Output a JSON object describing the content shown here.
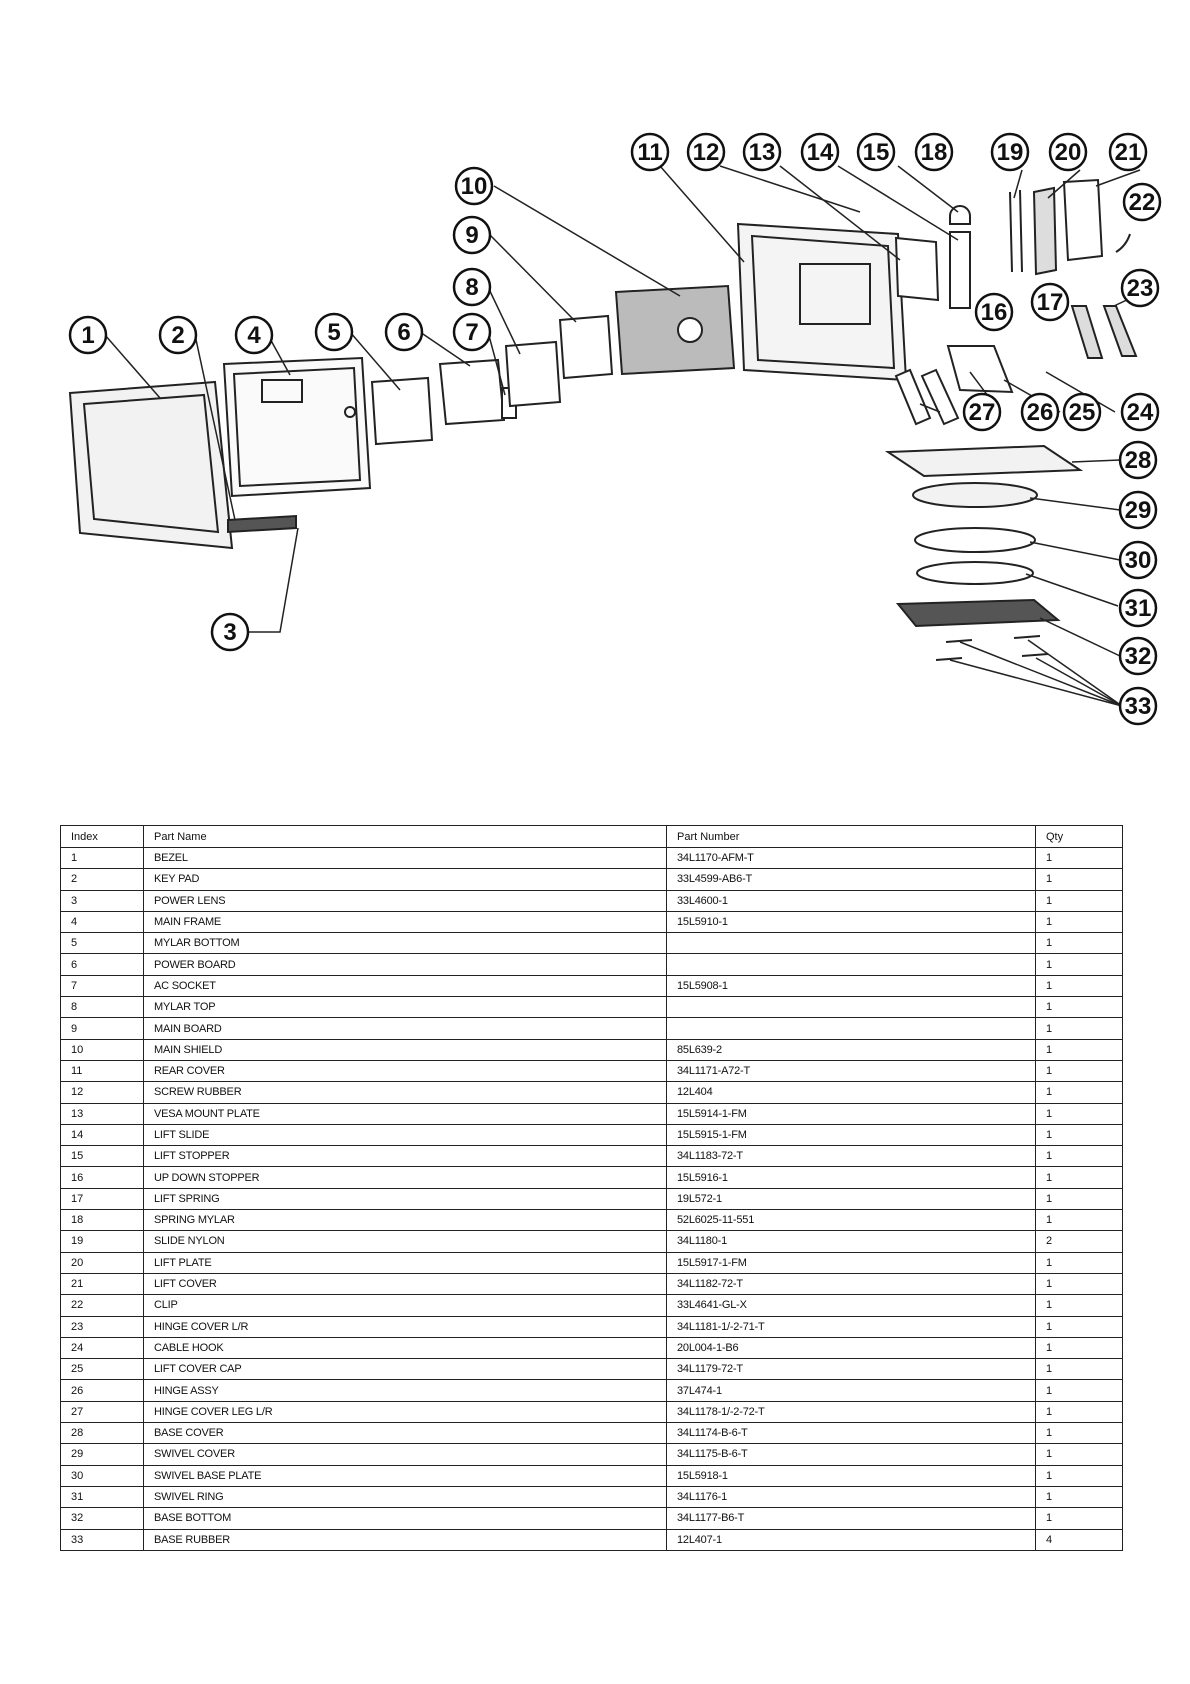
{
  "table": {
    "headers": {
      "index": "Index",
      "name": "Part Name",
      "number": "Part Number",
      "qty": "Qty"
    },
    "rows": [
      {
        "index": "1",
        "name": "BEZEL",
        "number": "34L1170-AFM-T",
        "qty": "1"
      },
      {
        "index": "2",
        "name": "KEY PAD",
        "number": "33L4599-AB6-T",
        "qty": "1"
      },
      {
        "index": "3",
        "name": "POWER LENS",
        "number": "33L4600-1",
        "qty": "1"
      },
      {
        "index": "4",
        "name": "MAIN FRAME",
        "number": "15L5910-1",
        "qty": "1"
      },
      {
        "index": "5",
        "name": "MYLAR BOTTOM",
        "number": "",
        "qty": "1"
      },
      {
        "index": "6",
        "name": "POWER BOARD",
        "number": "",
        "qty": "1"
      },
      {
        "index": "7",
        "name": "AC SOCKET",
        "number": "15L5908-1",
        "qty": "1"
      },
      {
        "index": "8",
        "name": "MYLAR TOP",
        "number": "",
        "qty": "1"
      },
      {
        "index": "9",
        "name": "MAIN BOARD",
        "number": "",
        "qty": "1"
      },
      {
        "index": "10",
        "name": "MAIN SHIELD",
        "number": "85L639-2",
        "qty": "1"
      },
      {
        "index": "11",
        "name": "REAR COVER",
        "number": "34L1171-A72-T",
        "qty": "1"
      },
      {
        "index": "12",
        "name": "SCREW RUBBER",
        "number": "12L404",
        "qty": "1"
      },
      {
        "index": "13",
        "name": "VESA MOUNT PLATE",
        "number": "15L5914-1-FM",
        "qty": "1"
      },
      {
        "index": "14",
        "name": "LIFT SLIDE",
        "number": "15L5915-1-FM",
        "qty": "1"
      },
      {
        "index": "15",
        "name": "LIFT STOPPER",
        "number": "34L1183-72-T",
        "qty": "1"
      },
      {
        "index": "16",
        "name": "UP DOWN STOPPER",
        "number": "15L5916-1",
        "qty": "1"
      },
      {
        "index": "17",
        "name": "LIFT SPRING",
        "number": "19L572-1",
        "qty": "1"
      },
      {
        "index": "18",
        "name": "SPRING MYLAR",
        "number": "52L6025-11-551",
        "qty": "1"
      },
      {
        "index": "19",
        "name": "SLIDE NYLON",
        "number": "34L1180-1",
        "qty": "2"
      },
      {
        "index": "20",
        "name": "LIFT PLATE",
        "number": "15L5917-1-FM",
        "qty": "1"
      },
      {
        "index": "21",
        "name": "LIFT COVER",
        "number": "34L1182-72-T",
        "qty": "1"
      },
      {
        "index": "22",
        "name": "CLIP",
        "number": "33L4641-GL-X",
        "qty": "1"
      },
      {
        "index": "23",
        "name": "HINGE COVER L/R",
        "number": "34L1181-1/-2-71-T",
        "qty": "1"
      },
      {
        "index": "24",
        "name": "CABLE HOOK",
        "number": "20L004-1-B6",
        "qty": "1"
      },
      {
        "index": "25",
        "name": "LIFT COVER CAP",
        "number": "34L1179-72-T",
        "qty": "1"
      },
      {
        "index": "26",
        "name": "HINGE ASSY",
        "number": "37L474-1",
        "qty": "1"
      },
      {
        "index": "27",
        "name": "HINGE COVER LEG L/R",
        "number": "34L1178-1/-2-72-T",
        "qty": "1"
      },
      {
        "index": "28",
        "name": "BASE COVER",
        "number": "34L1174-B-6-T",
        "qty": "1"
      },
      {
        "index": "29",
        "name": "SWIVEL COVER",
        "number": "34L1175-B-6-T",
        "qty": "1"
      },
      {
        "index": "30",
        "name": "SWIVEL BASE PLATE",
        "number": "15L5918-1",
        "qty": "1"
      },
      {
        "index": "31",
        "name": "SWIVEL RING",
        "number": "34L1176-1",
        "qty": "1"
      },
      {
        "index": "32",
        "name": "BASE BOTTOM",
        "number": "34L1177-B6-T",
        "qty": "1"
      },
      {
        "index": "33",
        "name": "BASE RUBBER",
        "number": "12L407-1",
        "qty": "4"
      }
    ]
  },
  "diagram": {
    "callouts": [
      "1",
      "2",
      "3",
      "4",
      "5",
      "6",
      "7",
      "8",
      "9",
      "10",
      "11",
      "12",
      "13",
      "14",
      "15",
      "16",
      "17",
      "18",
      "19",
      "20",
      "21",
      "22",
      "23",
      "24",
      "25",
      "26",
      "27",
      "28",
      "29",
      "30",
      "31",
      "32",
      "33"
    ]
  }
}
